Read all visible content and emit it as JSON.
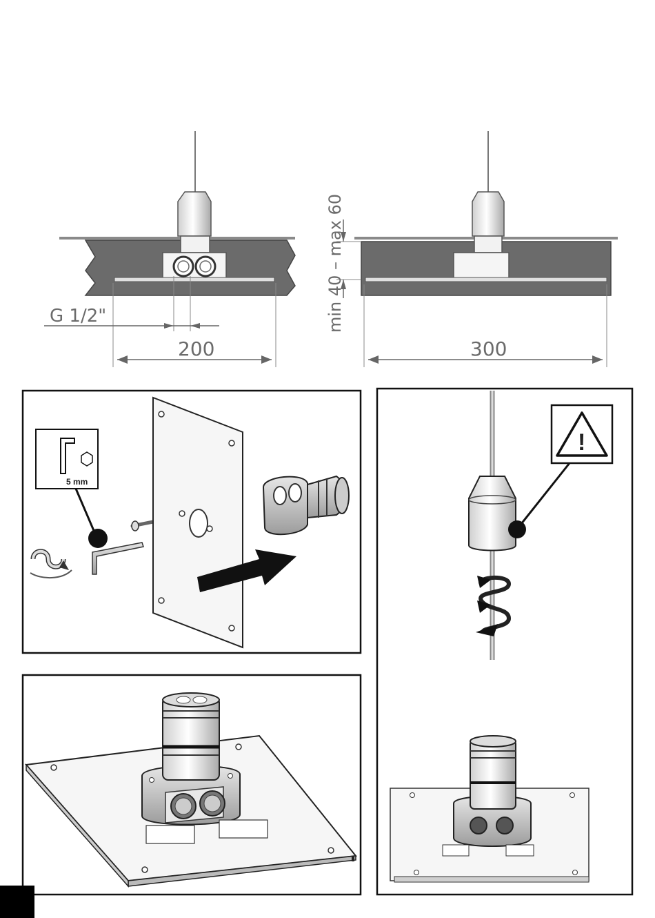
{
  "top_diagram": {
    "left_section": {
      "thread_label": "G 1/2\"",
      "width_label": "200"
    },
    "right_section": {
      "depth_label": "min 40 – max 60",
      "width_label": "300"
    }
  },
  "panels": {
    "plate_mounting": {
      "tool_size_label": "5 mm"
    },
    "warning_rod": {
      "warning_symbol": "!"
    },
    "body_on_plate": {},
    "body_on_plate_small": {}
  },
  "icons": [
    "hex-key-icon",
    "warning-triangle-icon",
    "rotate-arrows-icon",
    "insert-arrow-icon"
  ]
}
